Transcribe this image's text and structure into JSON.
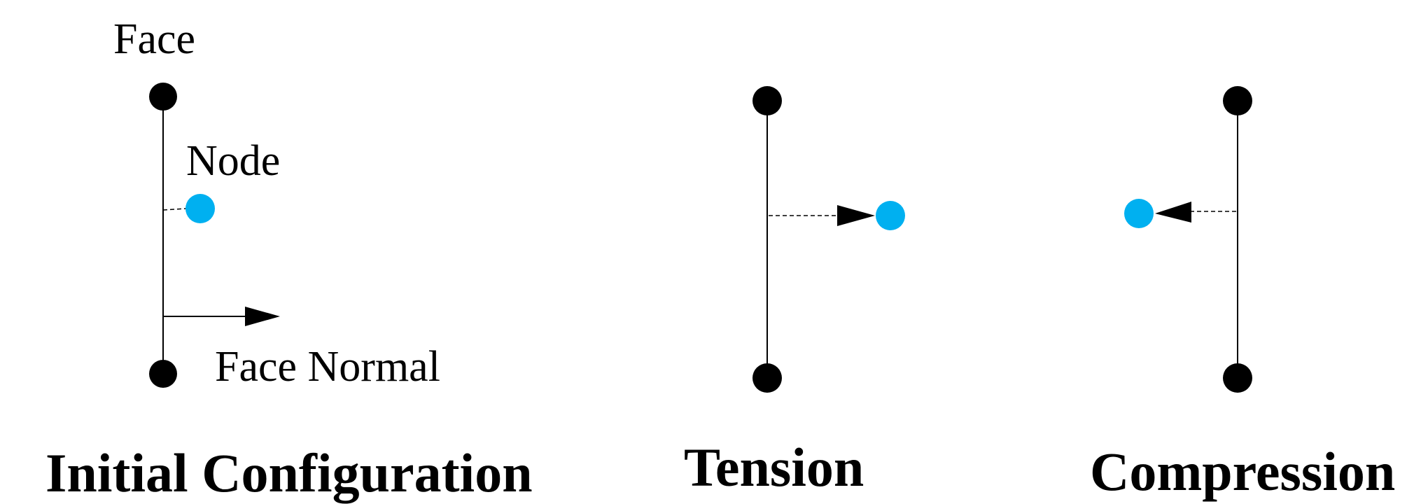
{
  "labels": {
    "face": "Face",
    "node": "Node",
    "face_normal": "Face Normal"
  },
  "captions": {
    "initial": "Initial Configuration",
    "tension": "Tension",
    "compression": "Compression"
  },
  "colors": {
    "node": "#00b0f0",
    "vertex": "#000000",
    "line": "#000000"
  }
}
